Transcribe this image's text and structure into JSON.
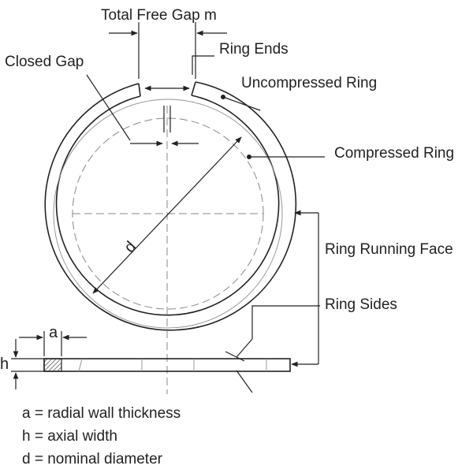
{
  "labels": {
    "total_free_gap": "Total Free Gap m",
    "ring_ends": "Ring Ends",
    "closed_gap": "Closed Gap",
    "uncompressed_ring": "Uncompressed Ring",
    "compressed_ring": "Compressed Ring",
    "ring_running_face": "Ring Running Face",
    "ring_sides": "Ring Sides",
    "diameter_symbol": "d",
    "wall_symbol": "a",
    "width_symbol": "h"
  },
  "legend": [
    "a = radial wall thickness",
    "h = axial width",
    "d = nominal diameter"
  ],
  "colors": {
    "line": "#222222",
    "hatch": "#444444",
    "centerline": "#888888"
  }
}
